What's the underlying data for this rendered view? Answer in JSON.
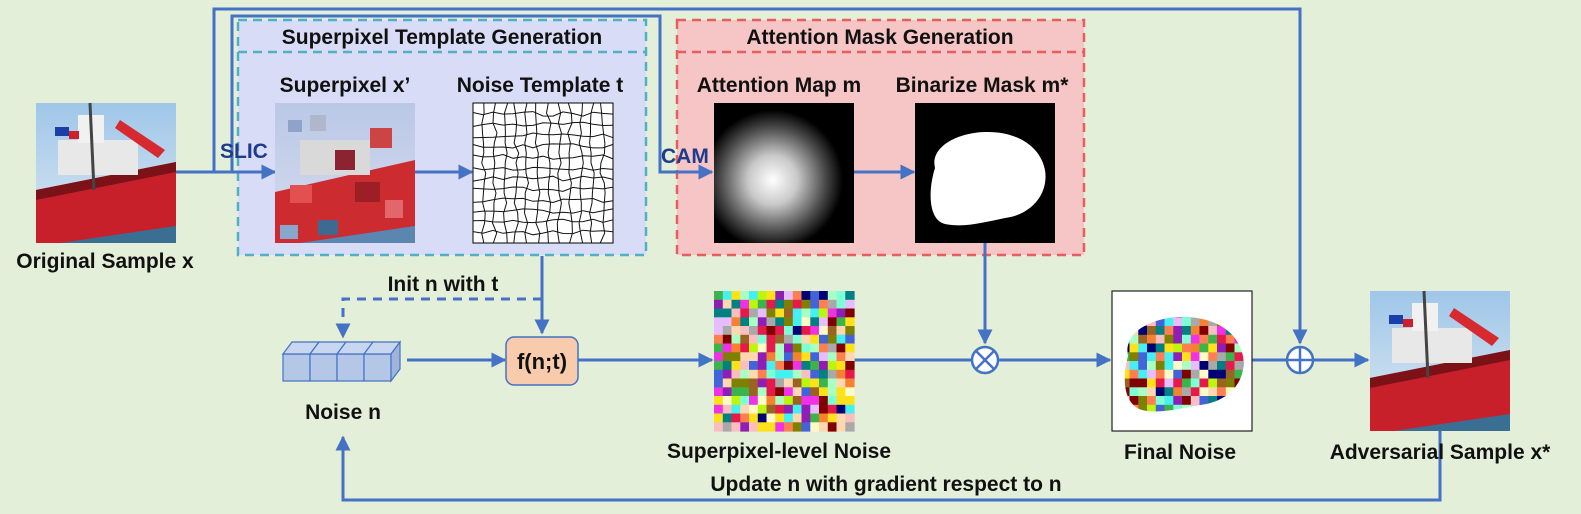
{
  "groups": {
    "superpixel_template": {
      "title": "Superpixel Template Generation",
      "fill": "#d9dcf7",
      "border": "#4fb0c6"
    },
    "attention_mask": {
      "title": "Attention Mask Generation",
      "fill": "#f6c5c5",
      "border": "#e85d5d"
    }
  },
  "nodes": {
    "original_sample": "Original Sample x",
    "superpixel": "Superpixel x’",
    "noise_template": "Noise Template t",
    "attention_map": "Attention Map m",
    "binarize_mask": "Binarize Mask m*",
    "noise": "Noise n",
    "function": "f(n;t)",
    "superpixel_noise": "Superpixel-level Noise",
    "final_noise": "Final Noise",
    "adversarial_sample": "Adversarial Sample x*"
  },
  "edge_labels": {
    "slic": "SLIC",
    "cam": "CAM",
    "init": "Init n with t",
    "update": "Update n with gradient respect to n"
  },
  "operators": {
    "multiply": "⊗",
    "add": "⊕"
  },
  "colors": {
    "background": "#e3efd9",
    "arrow": "#4472c4",
    "noise_block": "#b4c7e7",
    "function_box": "#f8cbad"
  }
}
